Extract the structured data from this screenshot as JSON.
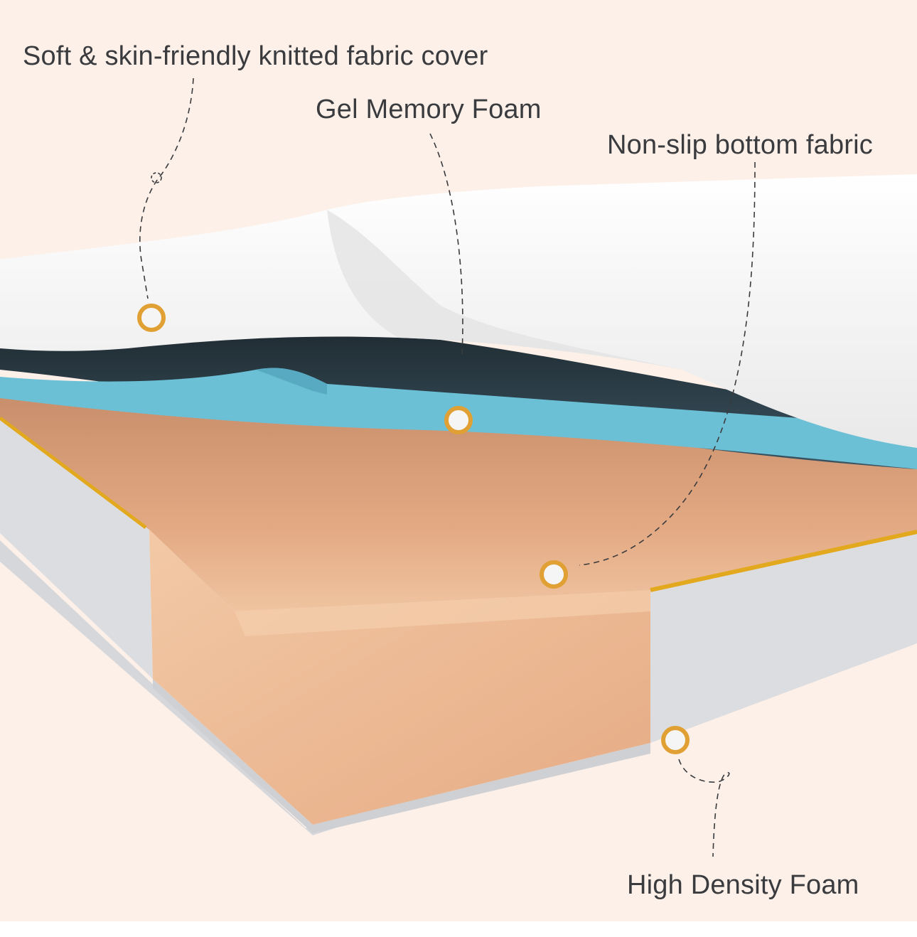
{
  "diagram": {
    "title": "Mattress layer construction",
    "background_color": "#fdf0e8",
    "labels": [
      {
        "id": "cover",
        "text": "Soft & skin-friendly knitted fabric cover"
      },
      {
        "id": "gel",
        "text": "Gel Memory Foam"
      },
      {
        "id": "bottom",
        "text": "Non-slip bottom fabric"
      },
      {
        "id": "base",
        "text": "High Density Foam"
      }
    ],
    "layers": [
      {
        "name": "Knitted fabric cover",
        "color": "#f2f2f2"
      },
      {
        "name": "Gel Memory Foam",
        "color": "#6cc0d6"
      },
      {
        "name": "High Density Foam",
        "color": "#e3a983"
      },
      {
        "name": "Side fabric",
        "color": "#d9dadd"
      },
      {
        "name": "Zipper trim",
        "color": "#e2a81e"
      }
    ],
    "marker_color": "#e0a033"
  }
}
